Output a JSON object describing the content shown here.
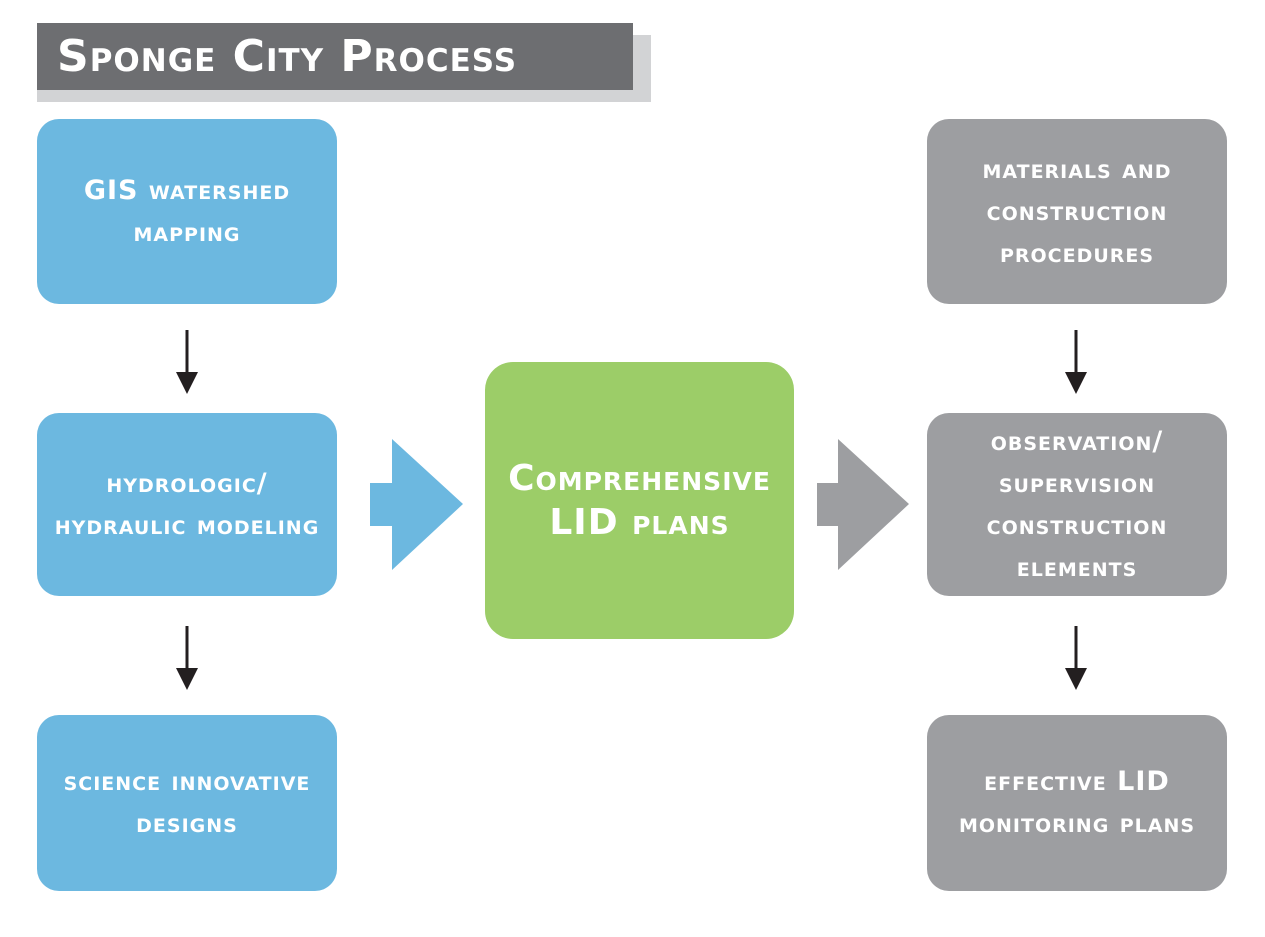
{
  "title": "Sponge City Process",
  "colors": {
    "title_bar": "#6d6e71",
    "title_shadow": "#d2d3d5",
    "blue": "#6cb8e0",
    "gray": "#9d9ea1",
    "green": "#9ccd68",
    "arrow": "#231f20"
  },
  "left_column": {
    "gis": "GIS watershed mapping",
    "hydro": "hydrologic/ hydraulic modeling",
    "science": "science innovative designs"
  },
  "center": {
    "lid_plans": "Comprehensive LID plans"
  },
  "right_column": {
    "materials": "materials and construction procedures",
    "observation": "observation/ supervision construction elements",
    "effective": "effective LID monitoring plans"
  }
}
